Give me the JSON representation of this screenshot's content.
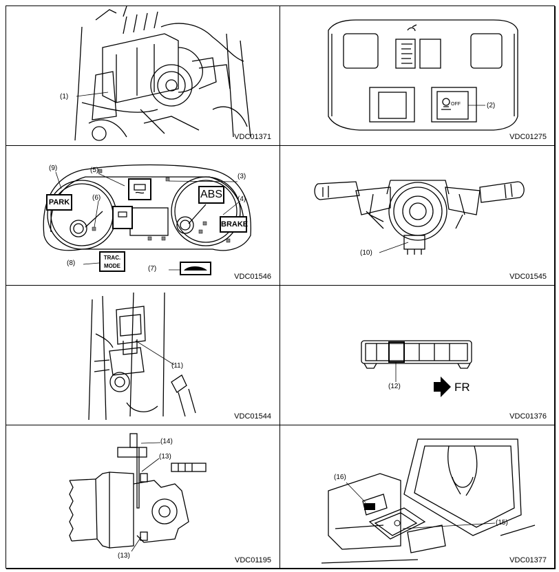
{
  "cells": [
    {
      "code": "VDC01371",
      "callouts": [
        "(1)"
      ]
    },
    {
      "code": "VDC01275",
      "callouts": [
        "(2)"
      ],
      "switch_text": "OFF"
    },
    {
      "code": "VDC01546",
      "callouts": [
        "(9)",
        "(5)",
        "(3)",
        "(4)",
        "(6)",
        "(8)",
        "(7)"
      ],
      "labels": {
        "park": "PARK",
        "abs": "ABS",
        "brake": "BRAKE",
        "off": "",
        "trac_line1": "TRAC.",
        "trac_line2": "MODE"
      }
    },
    {
      "code": "VDC01545",
      "callouts": [
        "(10)"
      ]
    },
    {
      "code": "VDC01544",
      "callouts": [
        "(11)"
      ]
    },
    {
      "code": "VDC01376",
      "callouts": [
        "(12)"
      ],
      "direction": "FR"
    },
    {
      "code": "VDC01195",
      "callouts": [
        "(14)",
        "(13)",
        "(13)"
      ]
    },
    {
      "code": "VDC01377",
      "callouts": [
        "(16)",
        "(15)"
      ]
    }
  ]
}
